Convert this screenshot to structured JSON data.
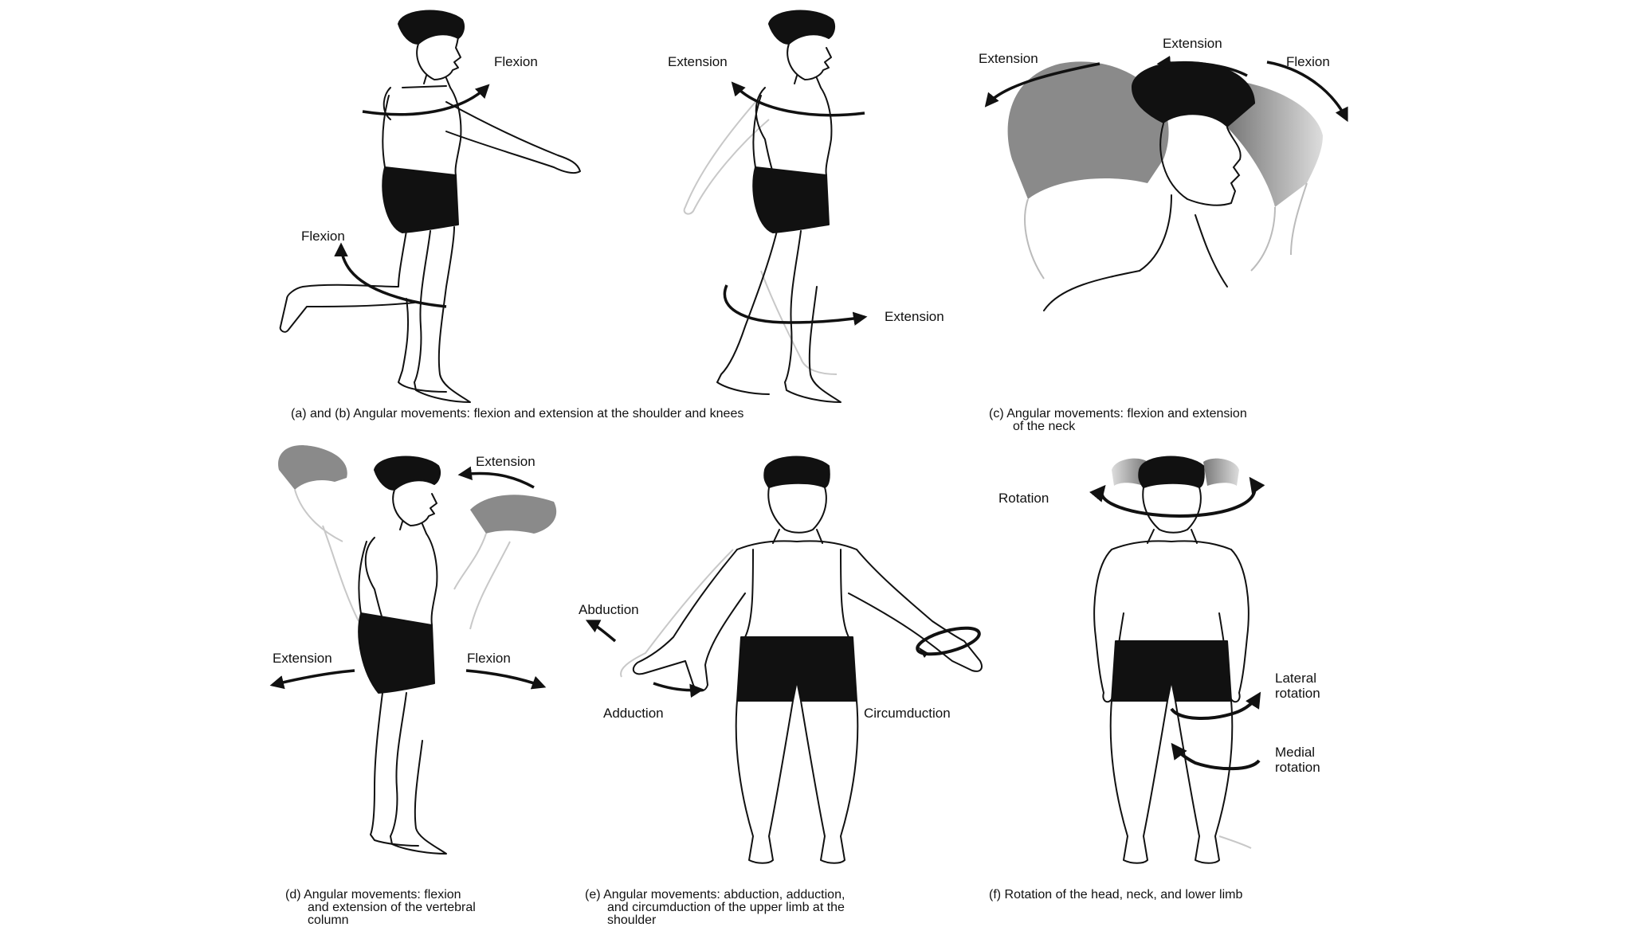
{
  "labels": {
    "a_flexion_shoulder": "Flexion",
    "a_flexion_knee": "Flexion",
    "b_extension_shoulder": "Extension",
    "b_extension_knee": "Extension",
    "c_extension_left": "Extension",
    "c_extension_top": "Extension",
    "c_flexion": "Flexion",
    "d_extension_top": "Extension",
    "d_extension_left": "Extension",
    "d_flexion": "Flexion",
    "e_abduction": "Abduction",
    "e_adduction": "Adduction",
    "e_circumduction": "Circumduction",
    "f_rotation": "Rotation",
    "f_lateral_rotation": "Lateral rotation",
    "f_medial_rotation": "Medial rotation"
  },
  "captions": {
    "ab": "(a) and (b) Angular movements: flexion and extension at the shoulder and knees",
    "c_line1": "(c) Angular movements: flexion and extension",
    "c_line2": "of the neck",
    "d_line1": "(d) Angular movements: flexion",
    "d_line2": "and extension of the vertebral",
    "d_line3": "column",
    "e_line1": "(e) Angular movements: abduction, adduction,",
    "e_line2": "and circumduction of the upper limb at the",
    "e_line3": "shoulder",
    "f": "(f) Rotation of the head, neck, and lower limb"
  },
  "colors": {
    "ink": "#111111",
    "shadow_figure": "#c8c8c8",
    "hair_gray": "#8a8a8a",
    "shorts": "#111111"
  }
}
